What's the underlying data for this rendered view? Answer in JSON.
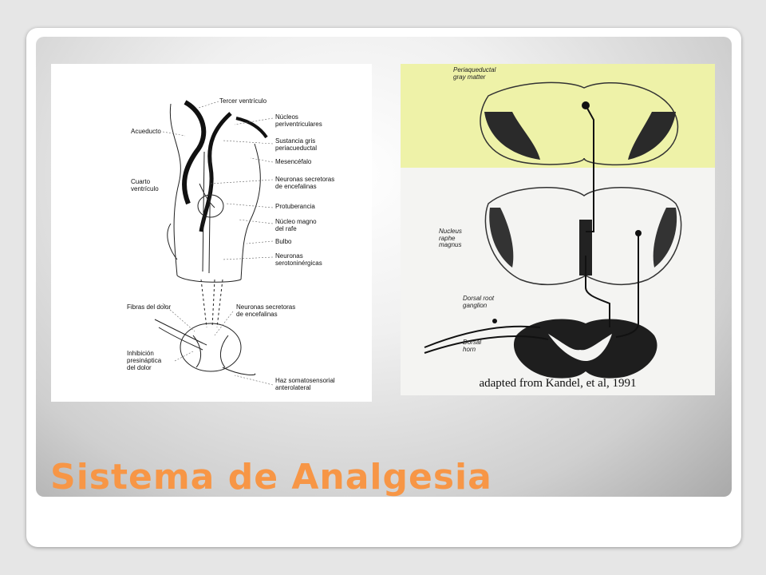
{
  "slide": {
    "title": "Sistema de Analgesia",
    "accent_color": "#f79646"
  },
  "left_figure": {
    "labels": {
      "tercer_ventriculo": "Tercer ventrículo",
      "acueducto": "Acueducto",
      "nucleos_periventriculares": "Núcleos\nperiventriculares",
      "sustancia_gris": "Sustancia gris\nperiacueductal",
      "mesencefalo": "Mesencéfalo",
      "cuarto_ventriculo": "Cuarto\nventrículo",
      "neuronas_encefalinas_top": "Neuronas secretoras\nde encefalinas",
      "protuberancia": "Protuberancia",
      "nucleo_magno": "Núcleo magno\ndel rafe",
      "bulbo": "Bulbo",
      "neuronas_serotoninergicas": "Neuronas\nserotoninérgicas",
      "fibras_dolor": "Fibras del dolor",
      "neuronas_encefalinas_bottom": "Neuronas secretoras\nde encefalinas",
      "inhibicion": "Inhibición\npresináptica\ndel dolor",
      "haz": "Haz somatosensorial\nanterolateral"
    }
  },
  "right_figure": {
    "labels": {
      "periaqueductal": "Periaqueductal\ngray matter",
      "nucleus_raphe": "Nucleus\nraphe\nmagnus",
      "dorsal_root": "Dorsal root\nganglion",
      "dorsal_horn": "Dorsal\nhorn"
    },
    "caption": "adapted from Kandel, et al, 1991",
    "highlight_color": "#eef2a8"
  }
}
